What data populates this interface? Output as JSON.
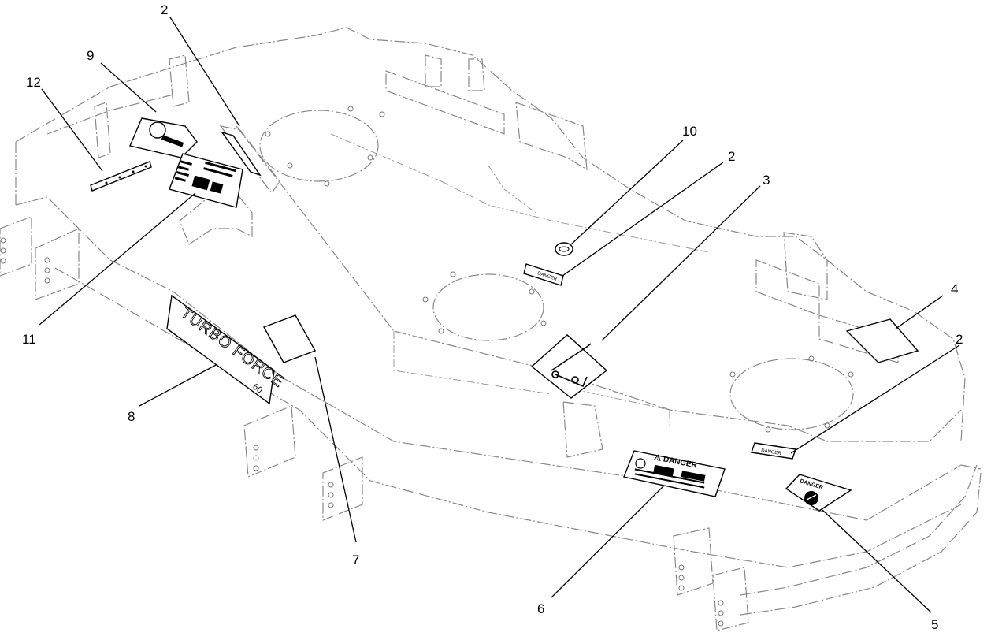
{
  "callouts": {
    "c2a": "2",
    "c9": "9",
    "c12": "12",
    "c10": "10",
    "c2b": "2",
    "c3": "3",
    "c4": "4",
    "c2c": "2",
    "c11": "11",
    "c8": "8",
    "c7": "7",
    "c6": "6",
    "c5": "5"
  },
  "decals": {
    "turbo_force": "TURBO FORCE",
    "turbo_model": "60",
    "danger_small": "DANGER",
    "danger_large": "⚠ DANGER",
    "danger_diamond": "DANGER"
  }
}
